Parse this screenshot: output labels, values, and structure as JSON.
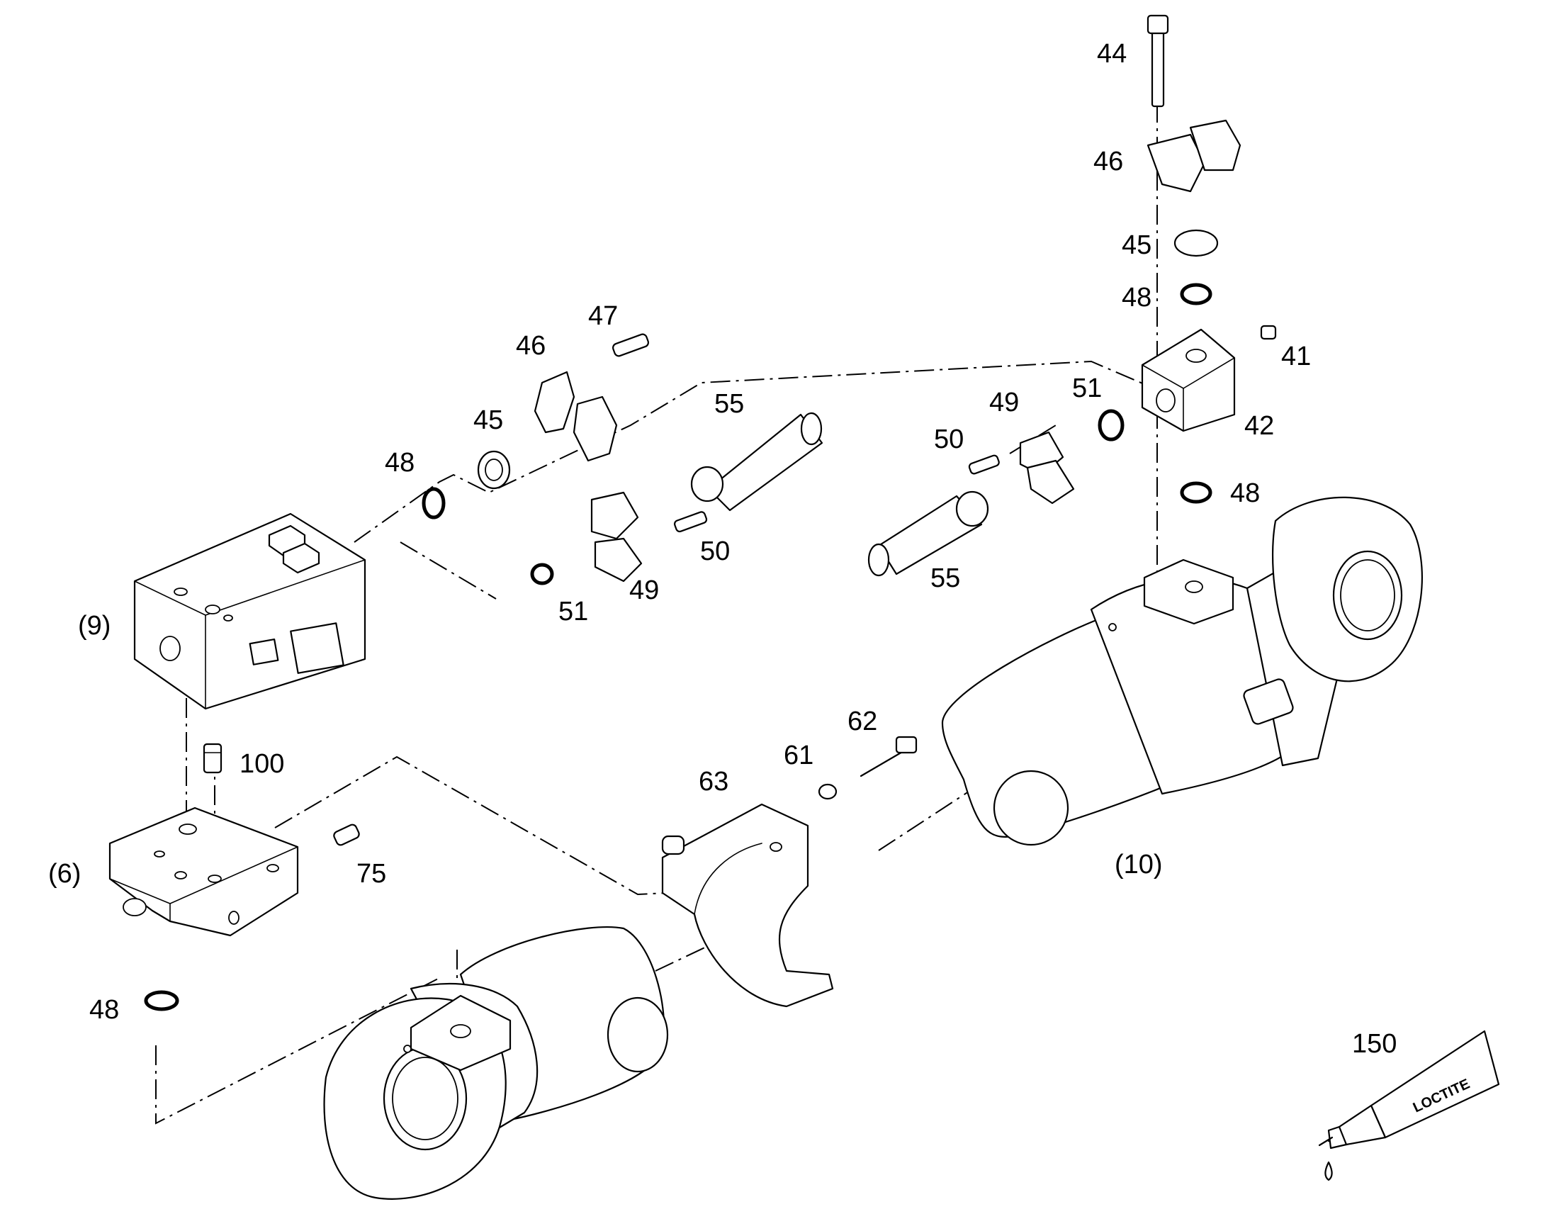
{
  "callouts": {
    "c44": "44",
    "c46_top": "46",
    "c45_top": "45",
    "c48_top": "48",
    "c41": "41",
    "c42": "42",
    "c51_right": "51",
    "c49_right": "49",
    "c50_right": "50",
    "c48_mid_right": "48",
    "c55_right": "55",
    "c47": "47",
    "c46_left": "46",
    "c55_left": "55",
    "c45_left": "45",
    "c48_left": "48",
    "c50_left": "50",
    "c49_left": "49",
    "c51_left": "51",
    "c9": "(9)",
    "c100": "100",
    "c6": "(6)",
    "c75": "75",
    "c48_bottom": "48",
    "c63": "63",
    "c61": "61",
    "c62": "62",
    "c10": "(10)",
    "c150": "150"
  },
  "tube_label": "LOCTITE",
  "colors": {
    "line": "#000000",
    "background": "#ffffff"
  }
}
